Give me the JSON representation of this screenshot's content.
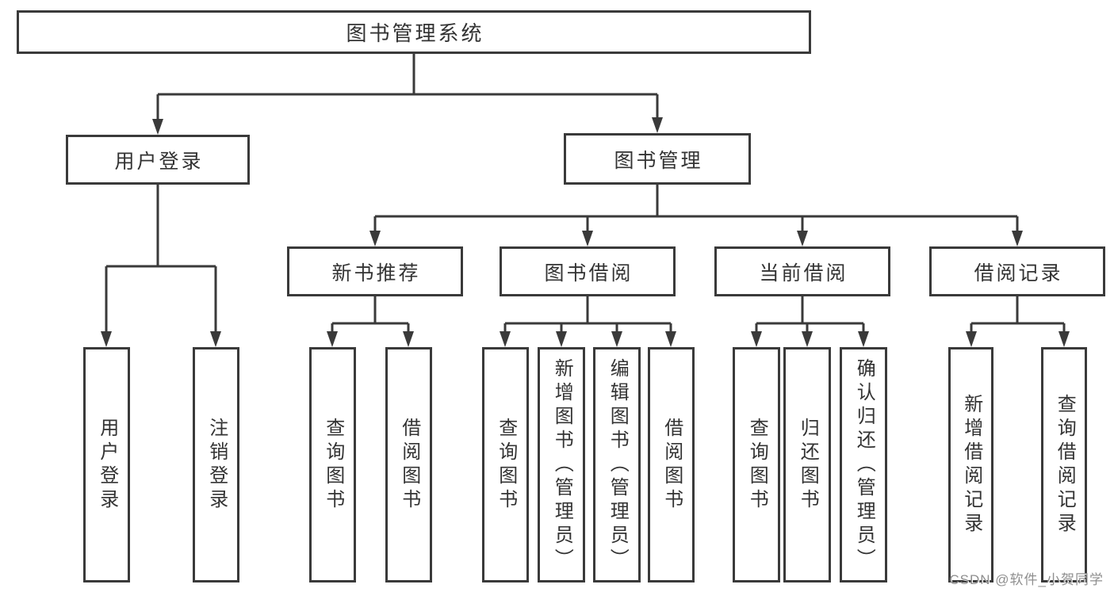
{
  "root": {
    "label": "图书管理系统"
  },
  "level2": [
    {
      "label": "用户登录"
    },
    {
      "label": "图书管理"
    }
  ],
  "level3": [
    {
      "label": "新书推荐"
    },
    {
      "label": "图书借阅"
    },
    {
      "label": "当前借阅"
    },
    {
      "label": "借阅记录"
    }
  ],
  "leaves": {
    "user_login": [
      "用户登录",
      "注销登录"
    ],
    "new_book": [
      "查询图书",
      "借阅图书"
    ],
    "borrow": [
      "查询图书",
      "新增图书（管理员）",
      "编辑图书（管理员）",
      "借阅图书"
    ],
    "current": [
      "查询图书",
      "归还图书",
      "确认归还（管理员）"
    ],
    "records": [
      "新增借阅记录",
      "查询借阅记录"
    ]
  },
  "watermark": "CSDN @软件_小贺同学",
  "colors": {
    "line": "#3a3a3a",
    "text": "#333333",
    "watermark_text": "#8f8f8f",
    "background": "#ffffff"
  }
}
